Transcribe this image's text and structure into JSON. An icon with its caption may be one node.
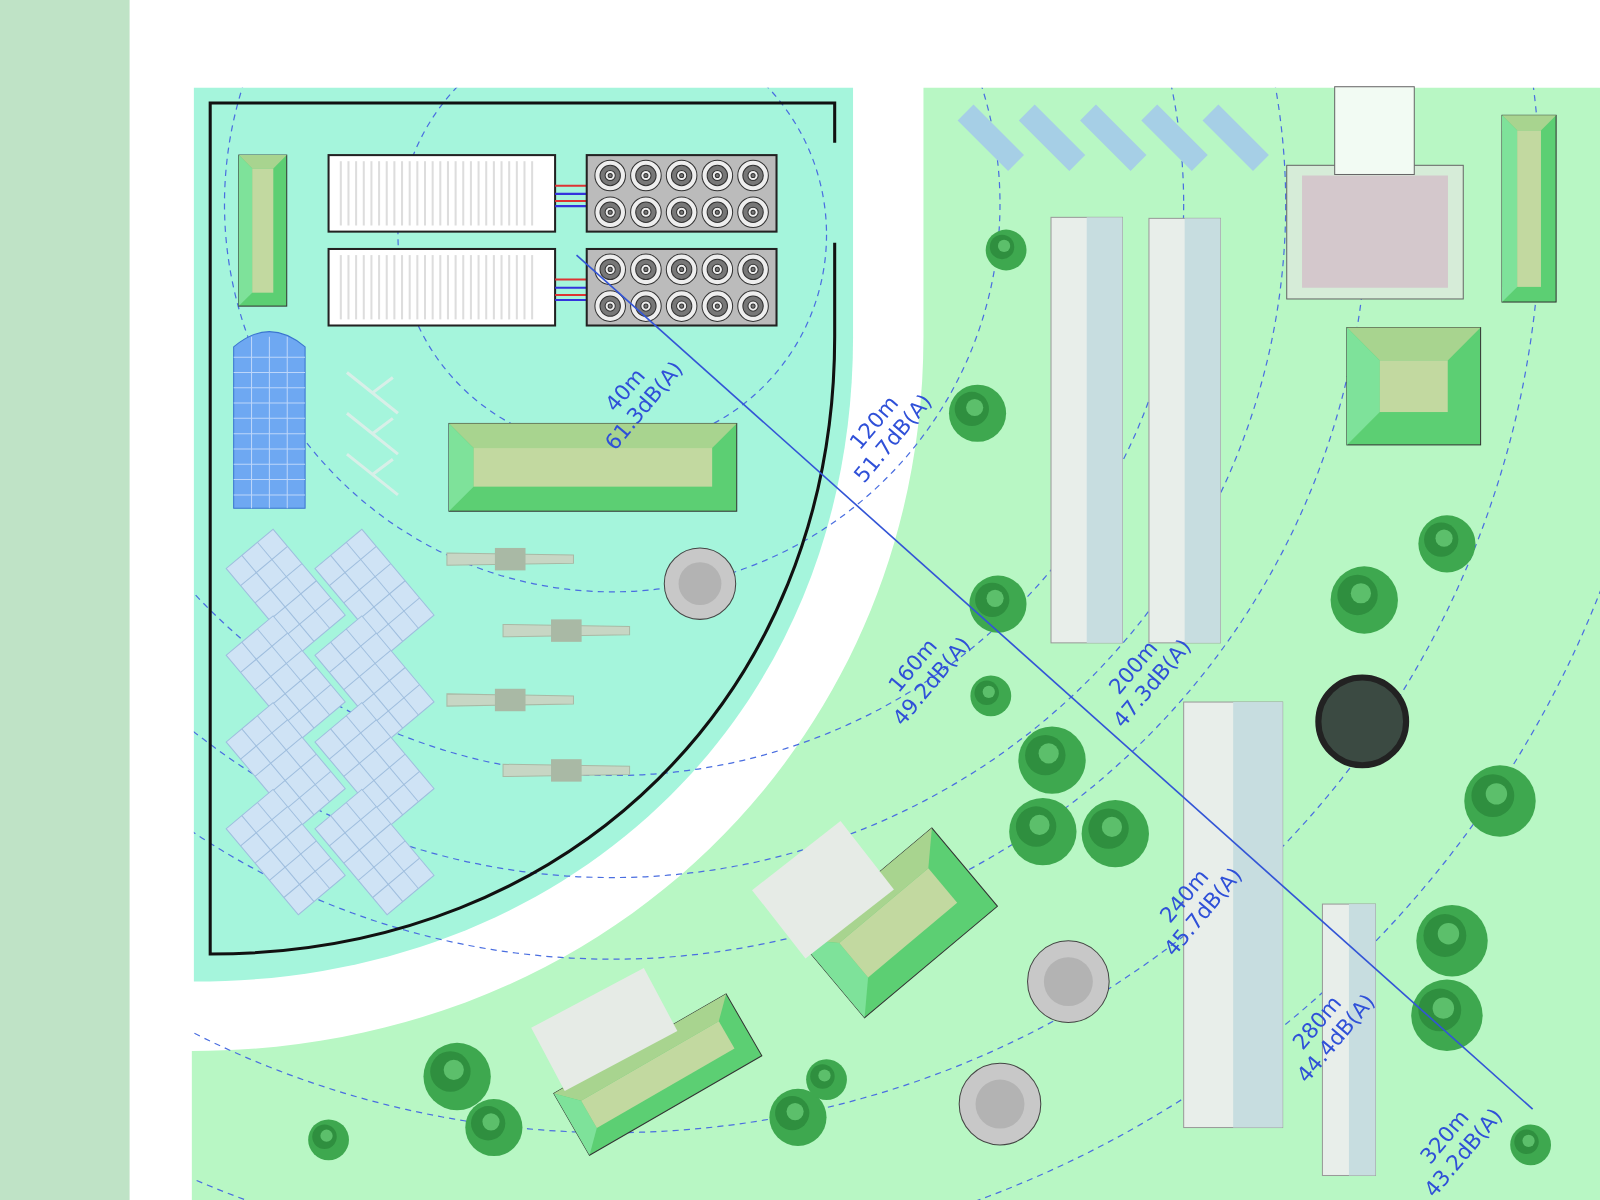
{
  "diagram": {
    "labels": [
      "40m 61.3dB(A)",
      "120m 51.7dB(A)",
      "160m 49.2dB(A)",
      "200m 47.3dB(A)",
      "240m 45.7dB(A)",
      "280m 44.4dB(A)",
      "320m 43.2dB(A)"
    ]
  }
}
